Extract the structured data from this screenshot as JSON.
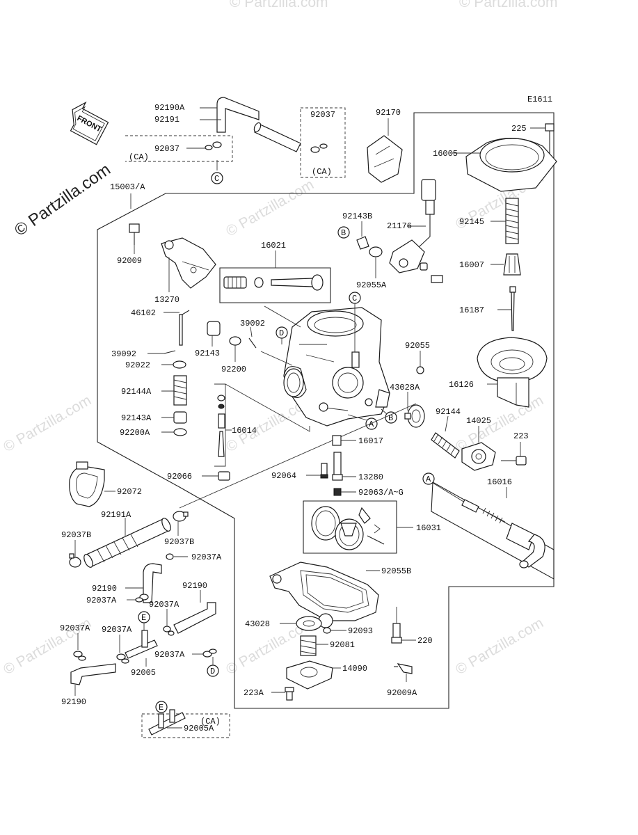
{
  "diagram_code": "E1611",
  "front_label": "FRONT",
  "watermark": "© Partzilla.com",
  "region_note": "(CA)",
  "ref_letters": {
    "a": "A",
    "b": "B",
    "c": "C",
    "d": "D",
    "e": "E"
  },
  "labels": {
    "p92190A": "92190A",
    "p92191": "92191",
    "p92037_top": "92037",
    "ca_left": "(CA)",
    "p92037_box": "92037",
    "ca_box": "(CA)",
    "p92170": "92170",
    "p225": "225",
    "p16005": "16005",
    "p15003A": "15003/A",
    "p92143B": "92143B",
    "p21176": "21176",
    "p92145": "92145",
    "p92009": "92009",
    "p16021": "16021",
    "p16007": "16007",
    "p92055A": "92055A",
    "p13270": "13270",
    "p16187": "16187",
    "p46102": "46102",
    "p39092_r": "39092",
    "p92143": "92143",
    "p92055": "92055",
    "p39092_l": "39092",
    "p92022": "92022",
    "p92200": "92200",
    "p16126": "16126",
    "p43028A": "43028A",
    "p92144A": "92144A",
    "p92144": "92144",
    "p14025": "14025",
    "p92143A": "92143A",
    "p223": "223",
    "p92200A": "92200A",
    "p16014": "16014",
    "p16017": "16017",
    "p92066": "92066",
    "p92064": "92064",
    "p13280": "13280",
    "p16016": "16016",
    "p92072": "92072",
    "p92063": "92063/A~G",
    "p92191A": "92191A",
    "p16031": "16031",
    "p92037B_l": "92037B",
    "p92037B_r": "92037B",
    "p92037A_a": "92037A",
    "p92055B": "92055B",
    "p92190_a": "92190",
    "p92190_b": "92190",
    "p92037A_b": "92037A",
    "p92037A_c": "92037A",
    "p43028": "43028",
    "p92093": "92093",
    "p92037A_d": "92037A",
    "p92037A_e": "92037A",
    "p220": "220",
    "p92081": "92081",
    "p92037A_f": "92037A",
    "p92005": "92005",
    "p14090": "14090",
    "p223A": "223A",
    "p92009A": "92009A",
    "p92190_c": "92190",
    "ca_bottom": "(CA)",
    "p92005A": "92005A"
  }
}
